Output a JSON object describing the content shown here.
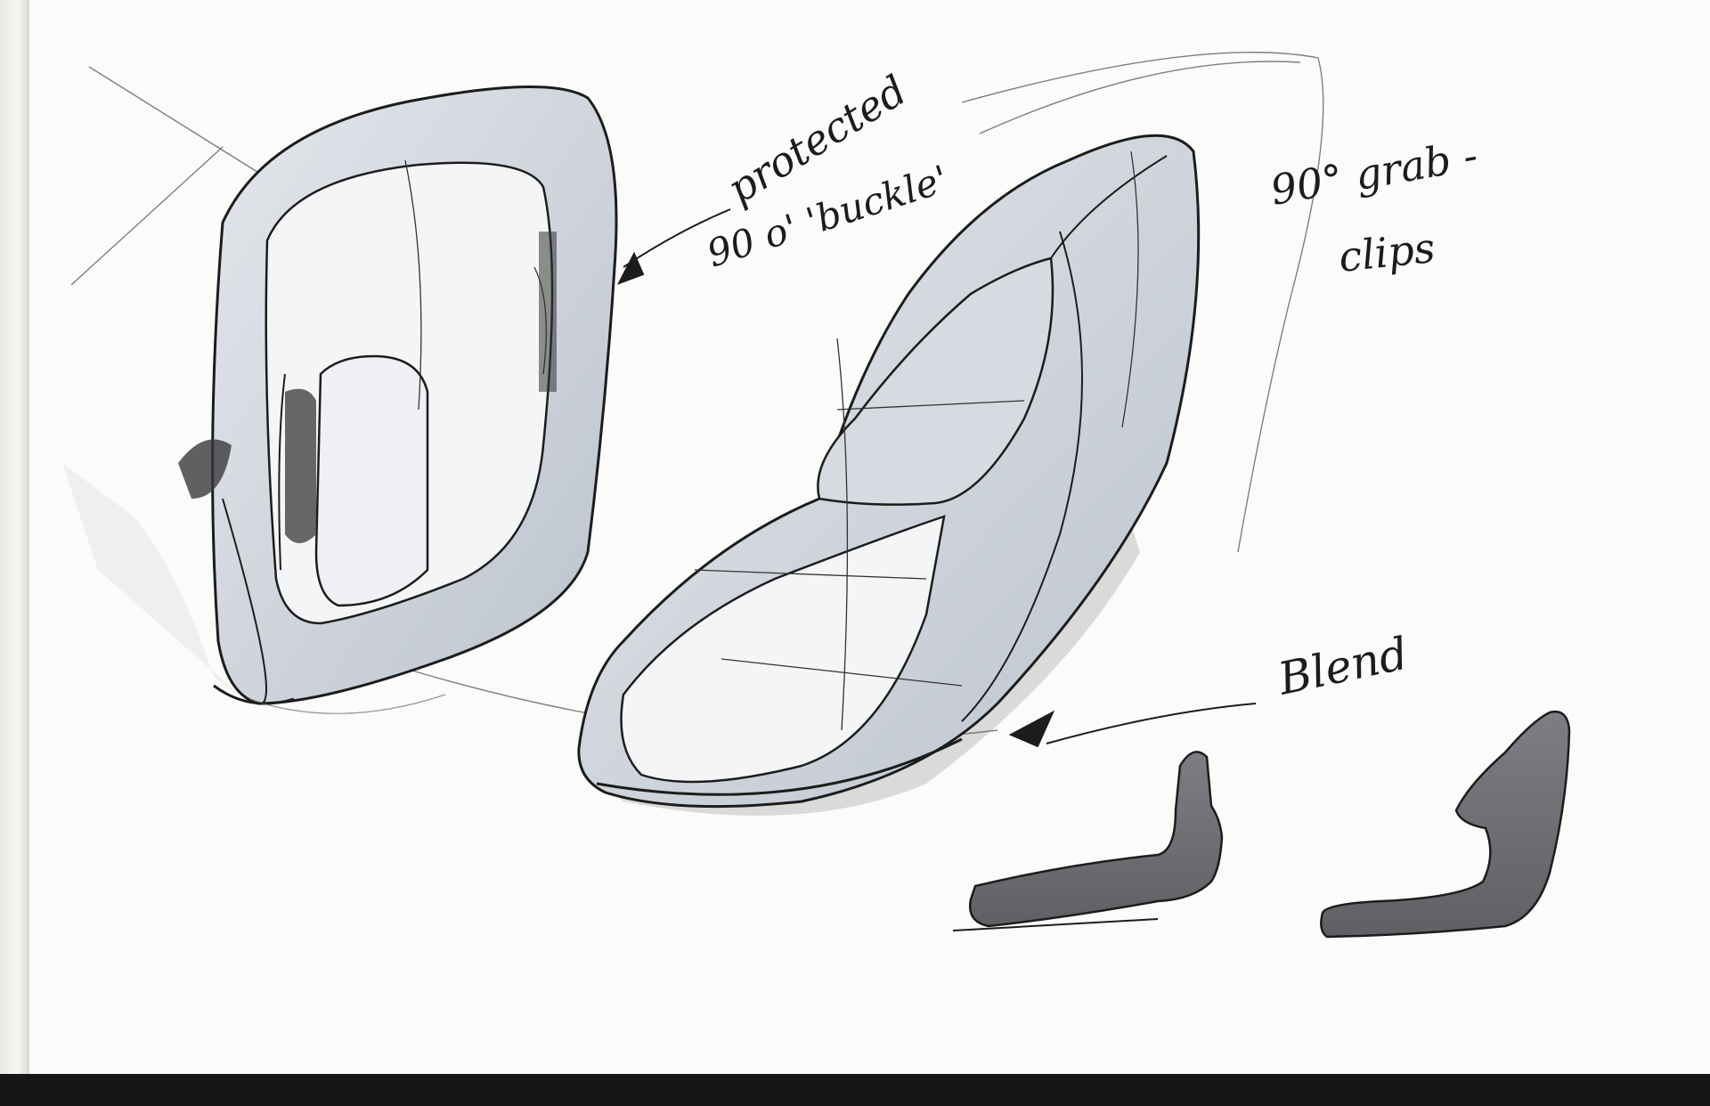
{
  "annotations": {
    "protected_line1": "protected",
    "protected_line2": "90 o' 'buckle'",
    "grab_line1": "90° grab -",
    "grab_line2": "clips",
    "blend_label": "Blend"
  },
  "colors": {
    "paper": "#fbfbfa",
    "ink": "#1c1c1c",
    "marker_light": "#c9ced6",
    "marker_dark": "#6e6f73"
  }
}
